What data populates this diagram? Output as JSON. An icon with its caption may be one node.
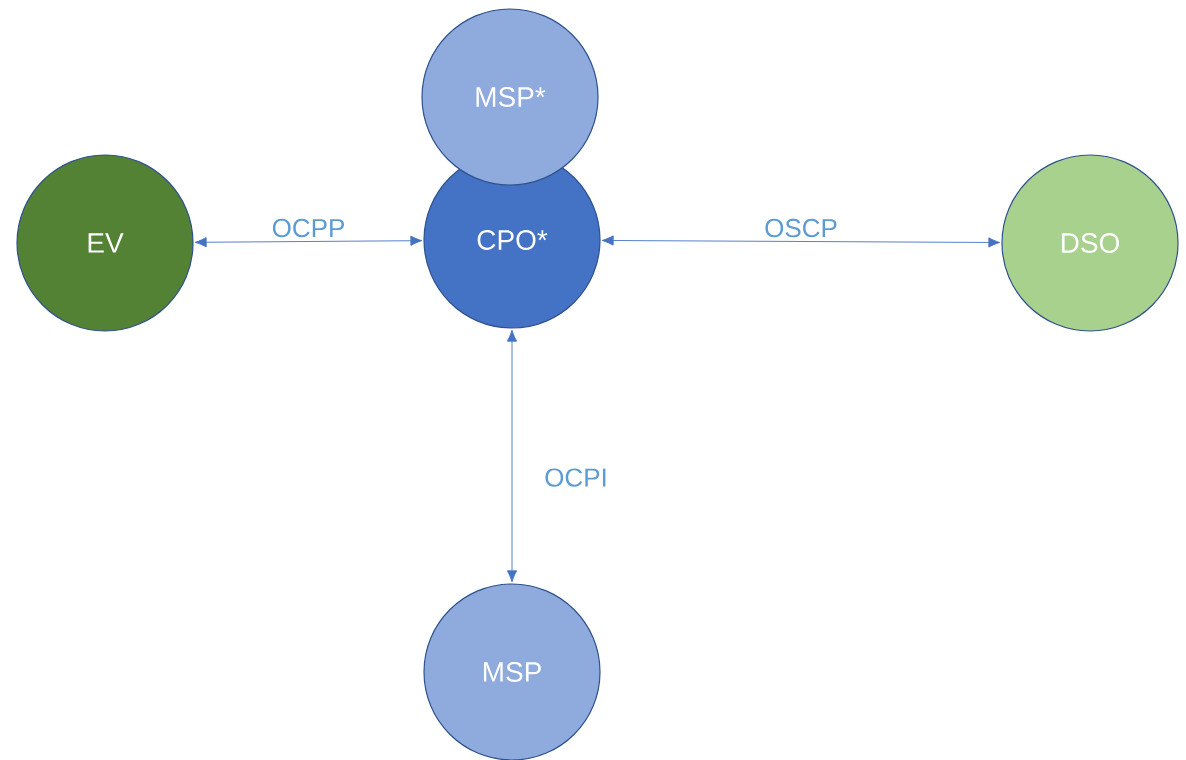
{
  "diagram": {
    "nodes": [
      {
        "text": [
          "MSP*"
        ]
      },
      {
        "text": [
          "EV"
        ]
      },
      {
        "text": [
          "CPO*"
        ]
      },
      {
        "text": [
          "DSO"
        ]
      },
      {
        "text": [
          "MSP"
        ]
      }
    ],
    "edges": [
      {
        "from": 1,
        "to": 2,
        "arrow": "both",
        "label": "OCPP"
      },
      {
        "from": 2,
        "to": 3,
        "arrow": "both",
        "label": "OSCP"
      },
      {
        "from": 2,
        "to": 4,
        "arrow": "both",
        "label": "OCPI"
      }
    ]
  }
}
